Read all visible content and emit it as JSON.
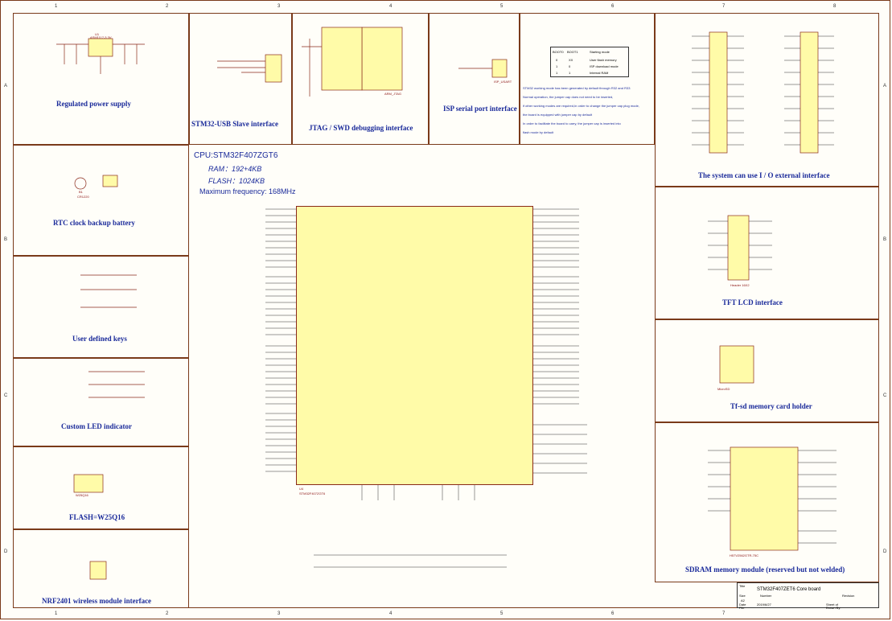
{
  "sheet": {
    "columns": [
      "1",
      "2",
      "3",
      "4",
      "5",
      "6",
      "7",
      "8"
    ],
    "rows": [
      "A",
      "B",
      "C",
      "D"
    ]
  },
  "panels": {
    "power": {
      "title": "Regulated power supply",
      "ic": "ASM1117-3.3V",
      "ref": "U1"
    },
    "rtc": {
      "title": "RTC clock backup battery",
      "ref": "B1",
      "part": "CR1220"
    },
    "keys": {
      "title": "User defined keys"
    },
    "led": {
      "title": "Custom LED indicator"
    },
    "flash": {
      "title": "FLASH=W25Q16",
      "ic": "W25Q16"
    },
    "nrf": {
      "title": "NRF2401 wireless module interface"
    },
    "usb": {
      "title": "STM32-USB Slave interface"
    },
    "jtag": {
      "title": "JTAG / SWD debugging interface",
      "ic": "ARM_JTAG"
    },
    "isp": {
      "title": "ISP serial port interface",
      "ic": "ISP_USART"
    },
    "boot": {
      "headers": [
        "BOOT0",
        "BOOT1",
        "Starting mode"
      ],
      "rows": [
        [
          "0",
          "XX",
          "User flash memory"
        ],
        [
          "1",
          "0",
          "ISP download mode"
        ],
        [
          "1",
          "1",
          "Internal RAM"
        ]
      ],
      "notes": [
        "STM32 working mode has been generated by default through R32 and R33",
        "Normal operation, the jumper cap does not need to be inserted,",
        "if other working modes are required,In order to change the jumper cap plug mode,",
        "the board is equipped with jumper cap by default",
        "In order to facilitate the board to carry, the jumper cap is inserted into",
        "flash mode by default"
      ]
    },
    "ext": {
      "title": "The system can use I / O external interface"
    },
    "tft": {
      "title": "TFT LCD interface",
      "ic": "Header 16X2"
    },
    "tf": {
      "title": "Tf-sd memory card holder",
      "ic": "MicroSD"
    },
    "sdram": {
      "title": "SDRAM memory module (reserved but not welded)",
      "ic": "H57V2562GTR-75C"
    },
    "cpu": {
      "title": "CPU:STM32F407ZGT6",
      "ram": "RAM：192+4KB",
      "flash": "FLASH：1024KB",
      "freq": "Maximum frequency: 168MHz",
      "ref": "U4",
      "part": "STM32F407ZGT6"
    }
  },
  "titleblock": {
    "title_label": "Title",
    "title": "STM32F407ZET6 Core board",
    "size_label": "Size",
    "number_label": "Number",
    "revision_label": "Revision",
    "size": "A2",
    "date_label": "Date",
    "date": "2019/6/27",
    "sheet_label": "Sheet of",
    "file_label": "File",
    "drawn_label": "Drawn By:"
  }
}
